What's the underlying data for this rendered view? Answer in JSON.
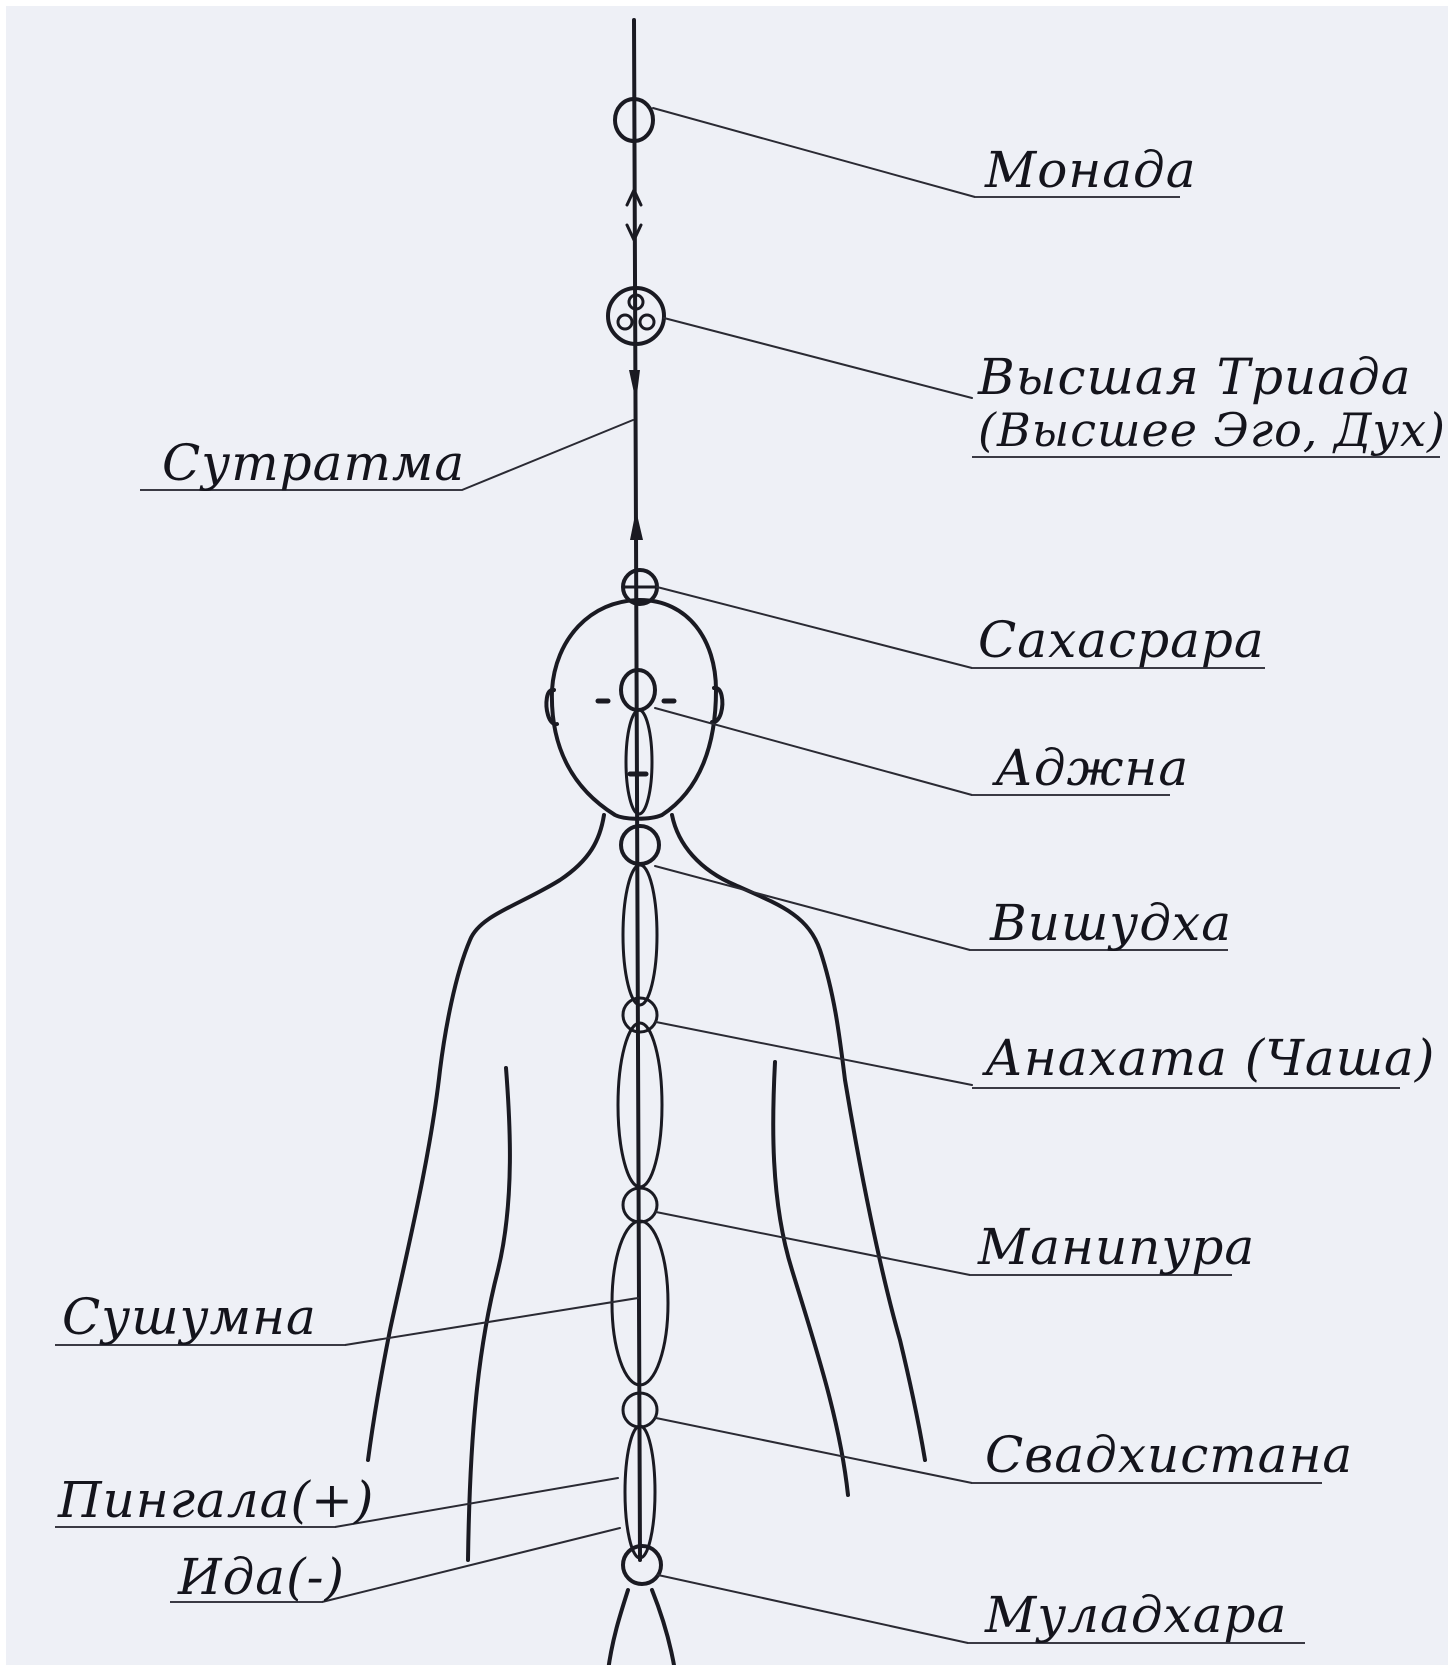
{
  "labels": {
    "monada": "Монада",
    "triada_line1": "Высшая Триада",
    "triada_line2": "(Высшее Эго, Дух)",
    "sutratma": "Сутратма",
    "sahasrara": "Сахасрара",
    "ajna": "Аджна",
    "vishuddha": "Вишудха",
    "anahata": "Анахата (Чаша)",
    "manipura": "Манипура",
    "sushumna": "Сушумна",
    "svadhisthana": "Свадхистана",
    "pingala": "Пингала(+)",
    "ida": "Ида(-)",
    "muladhara": "Муладхара"
  },
  "colors": {
    "paper": "#eef0f6",
    "ink": "#1a1a22"
  }
}
